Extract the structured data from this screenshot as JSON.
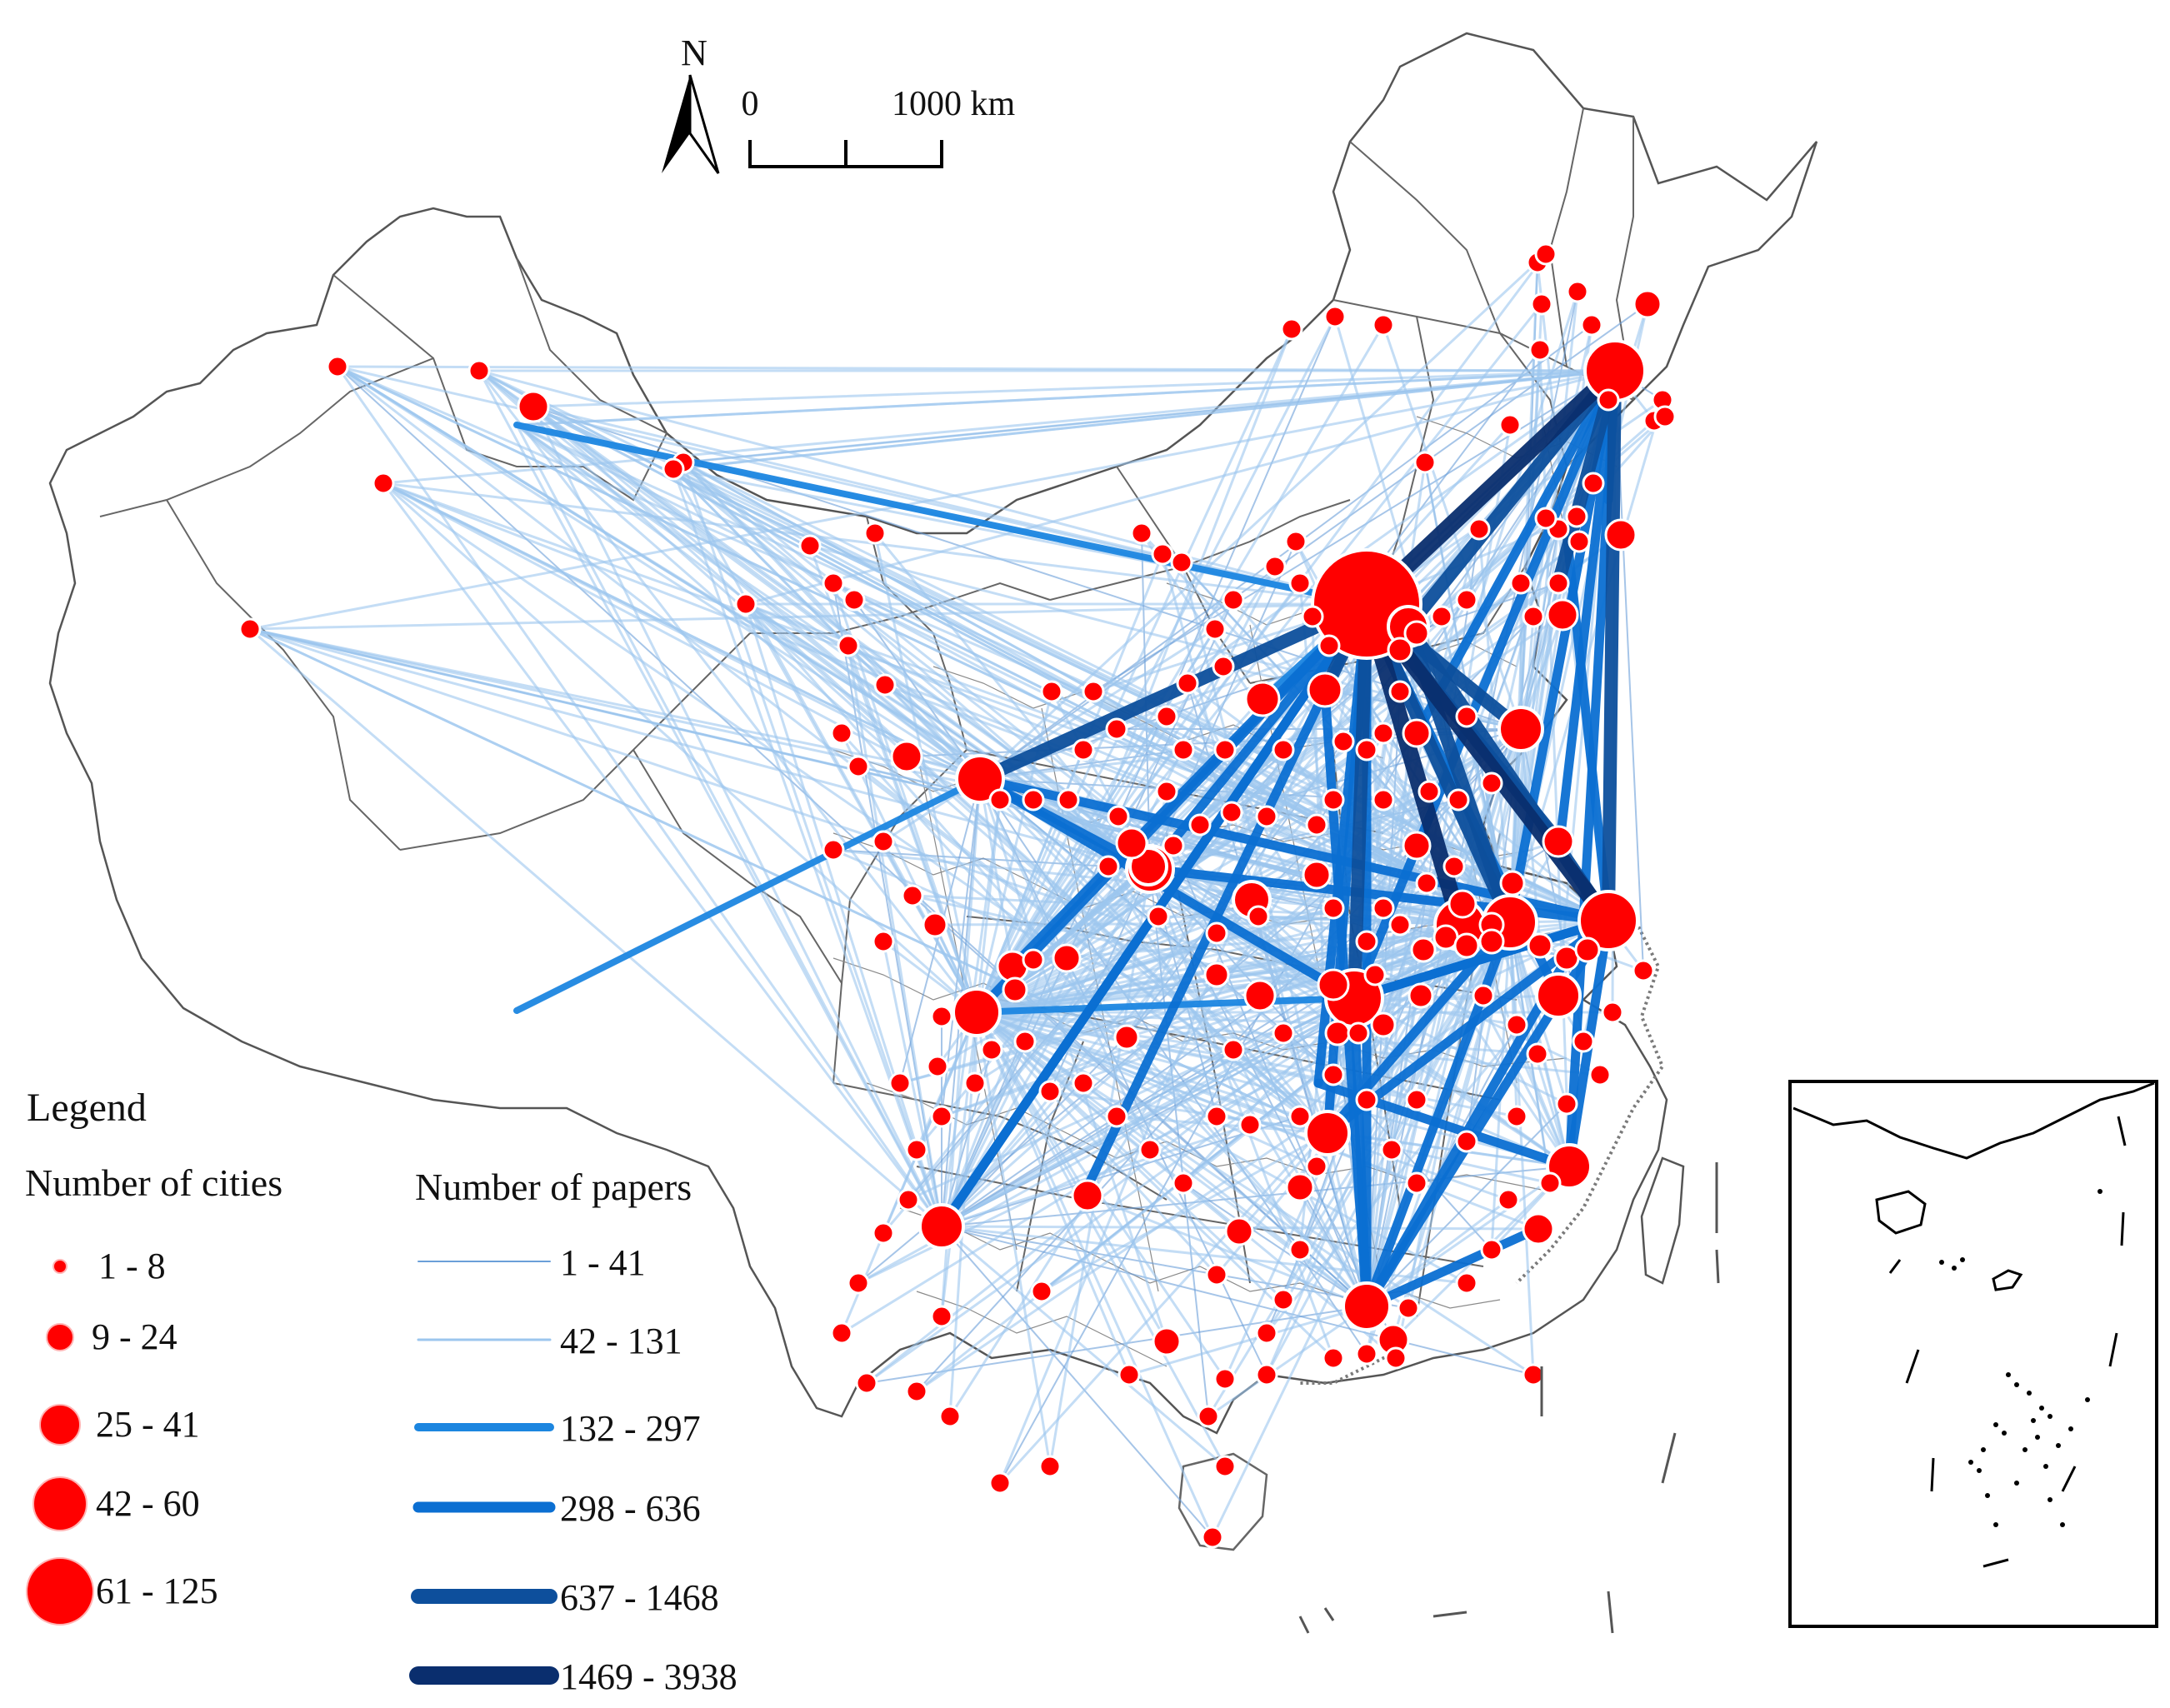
{
  "north_label": "N",
  "scale": {
    "zero_label": "0",
    "max_label": "1000 km"
  },
  "legend": {
    "title": "Legend",
    "cities_title": "Number of  cities",
    "papers_title": "Number of papers",
    "city_classes": [
      {
        "label": "1 - 8"
      },
      {
        "label": "9 - 24"
      },
      {
        "label": "25 - 41"
      },
      {
        "label": "42 - 60"
      },
      {
        "label": "61 - 125"
      }
    ],
    "paper_classes": [
      {
        "label": "1 - 41",
        "color": "#6a9fd8"
      },
      {
        "label": "42 - 131",
        "color": "#9cc6ee"
      },
      {
        "label": "132 - 297",
        "color": "#1c86e0"
      },
      {
        "label": "298 - 636",
        "color": "#0b6fd2"
      },
      {
        "label": "637 - 1468",
        "color": "#0d4f9c"
      },
      {
        "label": "1469 - 3938",
        "color": "#0a2e6e"
      }
    ]
  },
  "colors": {
    "city": "#ff0000",
    "boundary": "#555555",
    "coast": "#777777"
  }
}
